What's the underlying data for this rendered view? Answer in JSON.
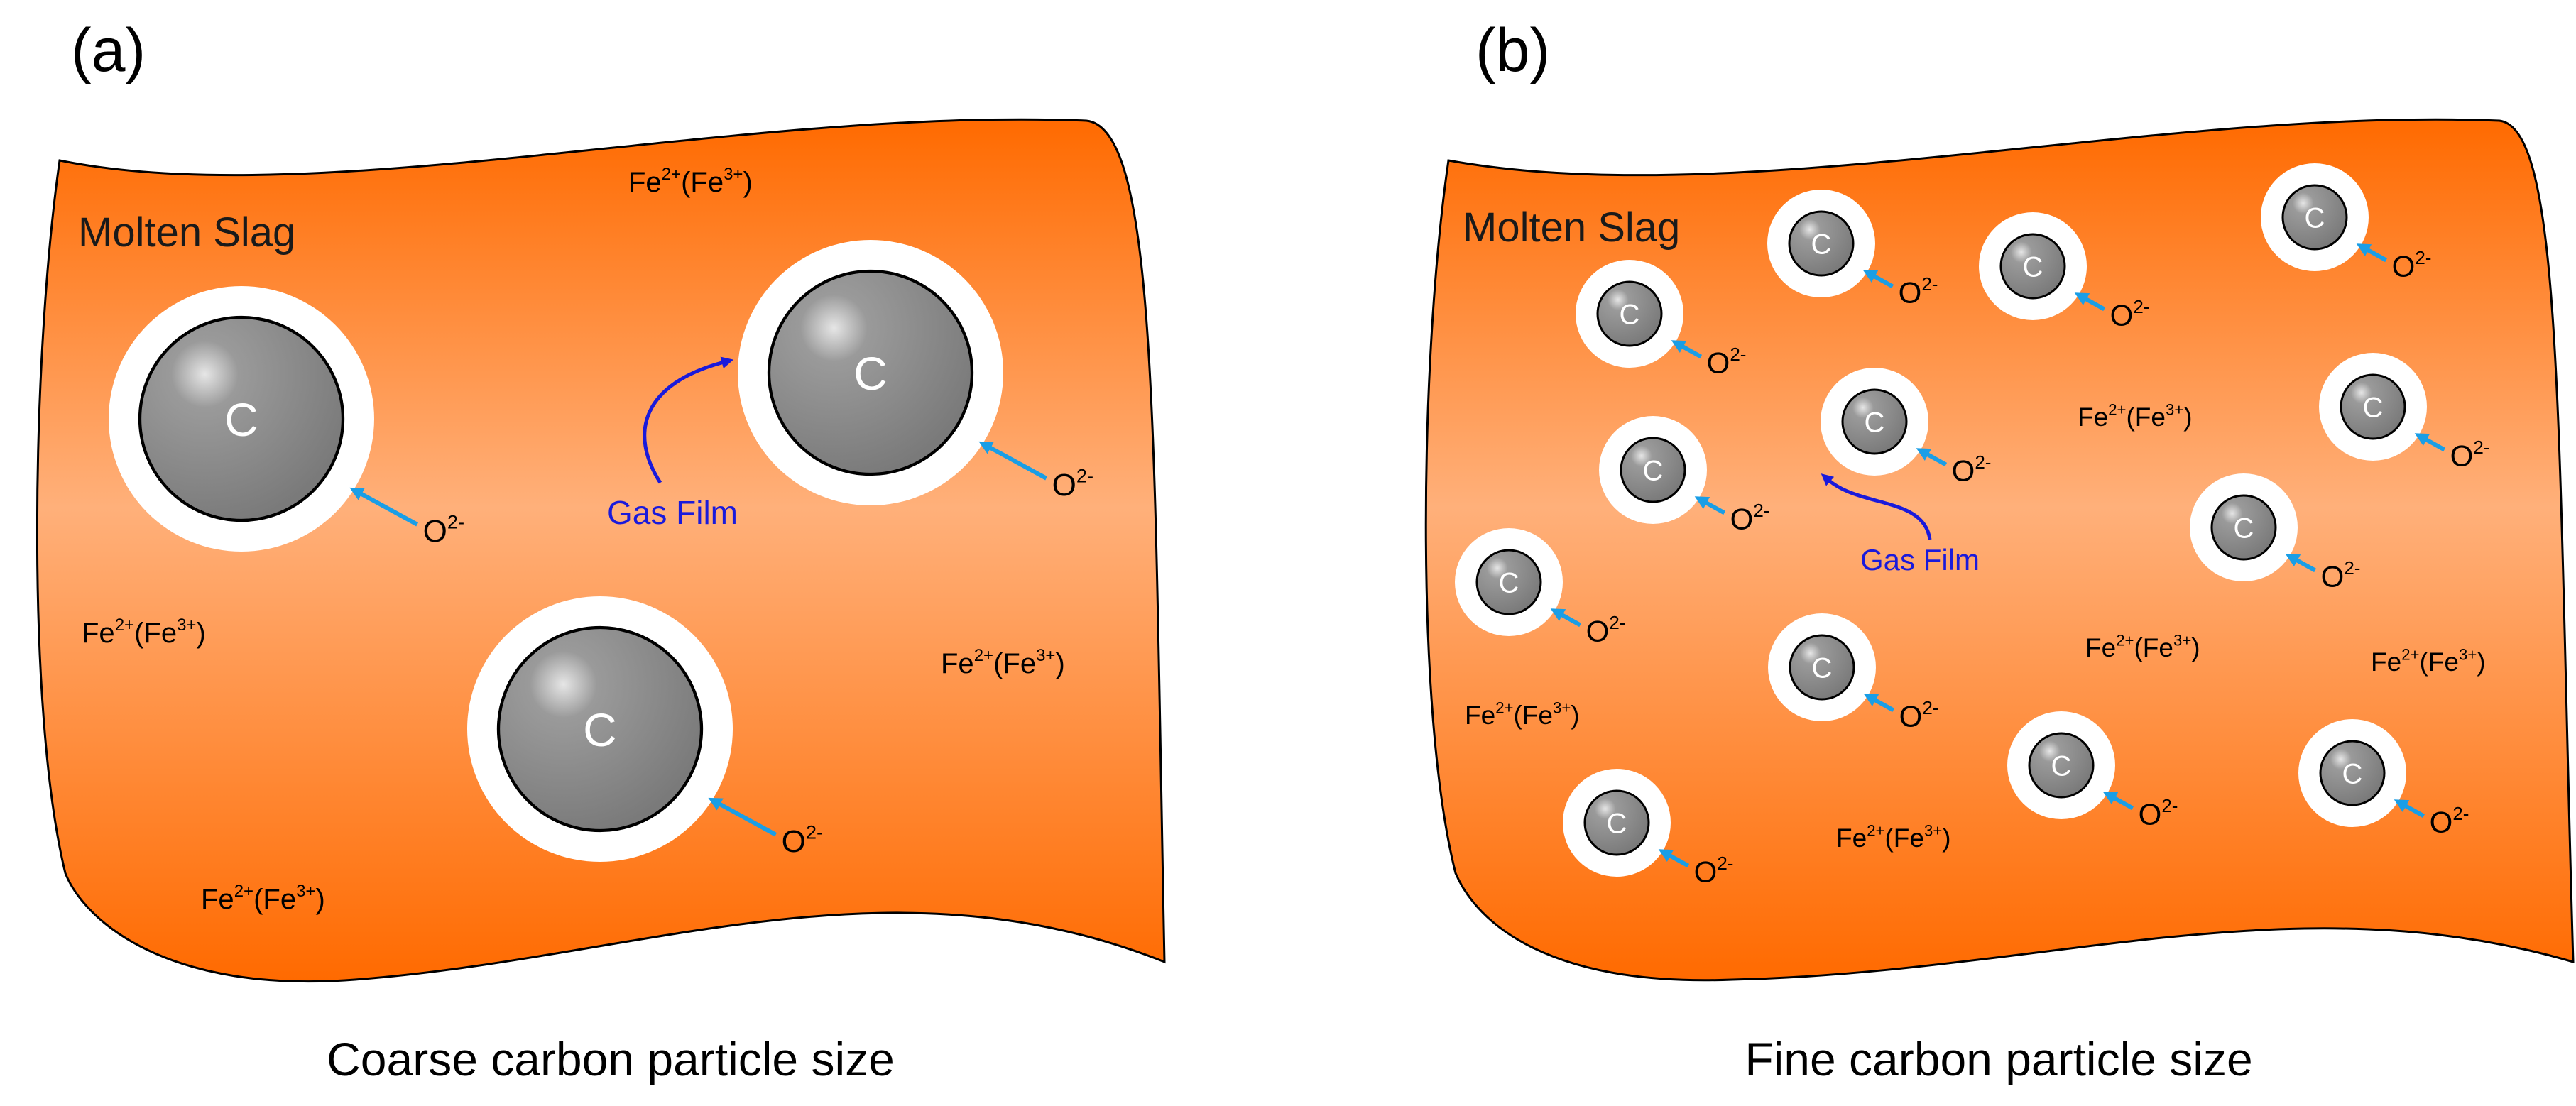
{
  "figure": {
    "panels": [
      {
        "id": "a",
        "label": "(a)",
        "slag_label": "Molten Slag",
        "caption": "Coarse carbon particle size",
        "particle_label": "C",
        "oxide_ion": {
          "base": "O",
          "charge": "2-"
        },
        "iron_ion": {
          "base": "Fe",
          "charge": "2+",
          "alt_base": "(Fe",
          "alt_charge": "3+",
          "close": ")"
        },
        "gas_film_label": "Gas Film"
      },
      {
        "id": "b",
        "label": "(b)",
        "slag_label": "Molten Slag",
        "caption": "Fine carbon particle size",
        "particle_label": "C",
        "oxide_ion": {
          "base": "O",
          "charge": "2-"
        },
        "iron_ion": {
          "base": "Fe",
          "charge": "2+",
          "alt_base": "(Fe",
          "alt_charge": "3+",
          "close": ")"
        },
        "gas_film_label": "Gas Film"
      }
    ],
    "colors": {
      "slag_edge": "#ff6a00",
      "slag_center": "#ffb07a",
      "particle": "#808080",
      "gas_film": "#ffffff",
      "o2_arrow": "#1a9ee6",
      "gas_film_arrow": "#1a1adb"
    }
  }
}
